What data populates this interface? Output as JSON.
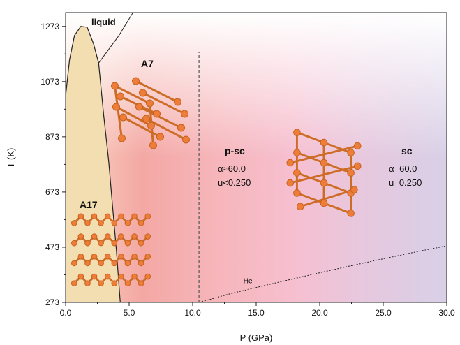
{
  "chart_data": {
    "type": "phase-diagram",
    "xlabel": "P (GPa)",
    "ylabel": "T (K)",
    "xlim": [
      0,
      30
    ],
    "ylim": [
      273,
      1323
    ],
    "x_ticks": [
      "0.0",
      "5.0",
      "10.0",
      "15.0",
      "20.0",
      "25.0",
      "30.0"
    ],
    "y_ticks": [
      "273",
      "473",
      "673",
      "873",
      "1073",
      "1273"
    ],
    "regions": [
      {
        "label": "liquid"
      },
      {
        "label": "A7"
      },
      {
        "label": "A17"
      },
      {
        "label": "p-sc",
        "lines": [
          "α≈60.0",
          "u<0.250"
        ]
      },
      {
        "label": "sc",
        "lines": [
          "α=60.0",
          "u=0.250"
        ]
      }
    ],
    "boundaries": {
      "a17_boundary": [
        [
          0,
          1020
        ],
        [
          0.3,
          1150
        ],
        [
          0.7,
          1240
        ],
        [
          1.2,
          1273
        ],
        [
          1.7,
          1270
        ],
        [
          2.2,
          1210
        ],
        [
          2.6,
          1140
        ],
        [
          3.0,
          950
        ],
        [
          3.4,
          780
        ],
        [
          3.7,
          620
        ],
        [
          4.0,
          460
        ],
        [
          4.3,
          273
        ]
      ],
      "liquid_boundary": [
        [
          2.6,
          1140
        ],
        [
          4.2,
          1240
        ],
        [
          5.3,
          1323
        ]
      ],
      "psc_boundary_pressure_gpa": 10.5,
      "psc_boundary_t_range": [
        273,
        1180
      ],
      "he_curve": [
        [
          10.5,
          273
        ],
        [
          13,
          305
        ],
        [
          16,
          338
        ],
        [
          19,
          370
        ],
        [
          22,
          401
        ],
        [
          25,
          431
        ],
        [
          28,
          460
        ],
        [
          30,
          478
        ]
      ]
    },
    "annotations": [
      {
        "text": "He",
        "x": 14.0,
        "y": 333
      }
    ],
    "colors": {
      "a17_region": "#f3deb2",
      "a7_region": "#f3a0a0",
      "psc_region": "#f7bfcc",
      "sc_region": "#d8cde6",
      "atom": "#ee7d3a",
      "axis": "#222222",
      "grid_tick": "#444444"
    },
    "legend": "none",
    "grid": false
  }
}
